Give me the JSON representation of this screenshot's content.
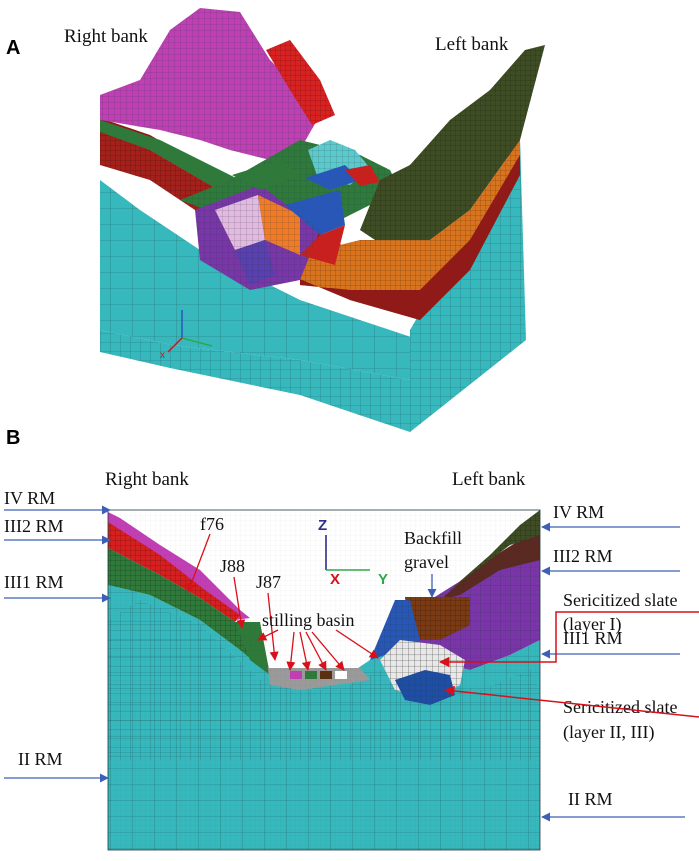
{
  "colors": {
    "cyan": "#36b8bd",
    "cyan_light": "#5cc9cc",
    "magenta": "#c13fb5",
    "red": "#c8201f",
    "dark_red": "#8f1a17",
    "green": "#2f7a3a",
    "dark_olive": "#3e4d24",
    "orange": "#d8731e",
    "purple": "#7a35a8",
    "blue": "#2857b8",
    "brown": "#7a3a14",
    "arrow_blue": "#3e5fb8",
    "arrow_red": "#d8101a",
    "mesh": "#1b3b40"
  },
  "panel_a": {
    "letter": "A",
    "right_bank": "Right bank",
    "left_bank": "Left bank",
    "triad_x": "x"
  },
  "panel_b": {
    "letter": "B",
    "right_bank": "Right bank",
    "left_bank": "Left bank",
    "axis_z": "Z",
    "axis_x": "X",
    "axis_y": "Y",
    "left_labels": [
      "IV RM",
      "III2 RM",
      "III1 RM",
      "II RM"
    ],
    "right_labels": [
      "IV RM",
      "III2 RM",
      "III1 RM",
      "II RM"
    ],
    "faults": [
      "f76",
      "J88",
      "J87"
    ],
    "stilling_basin": "stilling basin",
    "backfill_line1": "Backfill",
    "backfill_line2": "gravel",
    "sericite1_line1": "Sericitized slate",
    "sericite1_line2": "(layer I)",
    "sericite2_line1": "Sericitized slate",
    "sericite2_line2": "(layer II, III)"
  }
}
